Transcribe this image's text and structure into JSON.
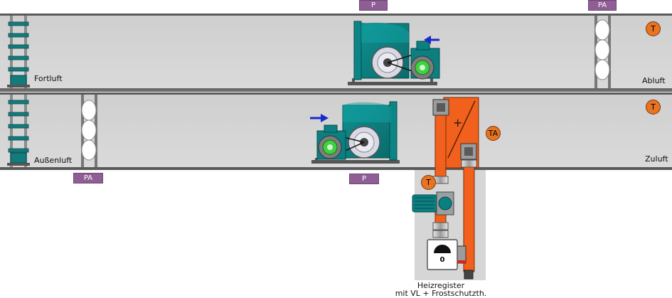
{
  "ducts": {
    "top": {
      "left_label": "Fortluft",
      "right_label": "Abluft"
    },
    "bottom": {
      "left_label": "Außenluft",
      "right_label": "Zuluft"
    }
  },
  "badges": {
    "pressure_top": "P",
    "pressure_bottom": "P",
    "pa_top": "PA",
    "pa_bottom": "PA",
    "temp_exhaust": "T",
    "temp_supply": "T",
    "temp_heater": "T",
    "temp_heater_ta": "TA"
  },
  "heater": {
    "caption_line1": "Heizregister",
    "caption_line2": "mit VL + Frostschutzth.",
    "plus_sign": "+",
    "valve_value": "0"
  },
  "colors": {
    "duct_fill": "#d4d4d4",
    "duct_edge": "#5a5a5a",
    "fan": "#0c7f80",
    "motor_green": "#3fd13f",
    "heater_orange": "#f1601c",
    "badge_purple": "#8e5e95",
    "badge_orange": "#e87422",
    "arrow_blue": "#1a2ac8"
  },
  "icons": [
    "damper-icon",
    "fan-icon",
    "motor-icon",
    "filter-icon",
    "airflow-arrow-icon",
    "pump-icon",
    "valve-icon",
    "heating-coil-icon"
  ]
}
